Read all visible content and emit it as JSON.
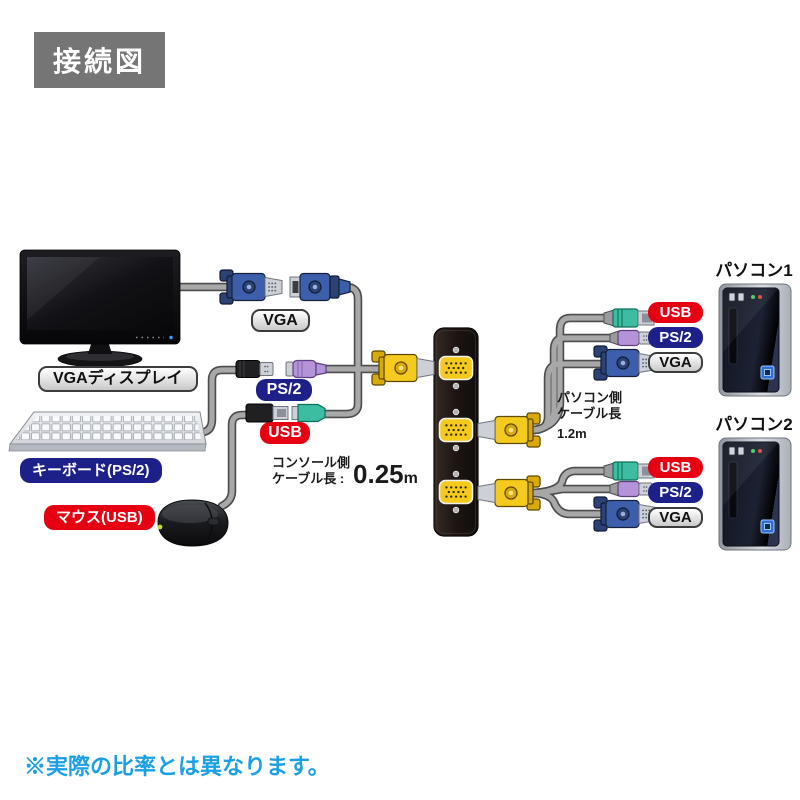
{
  "header": {
    "title": "接続図"
  },
  "console": {
    "display_label": "VGAディスプレイ",
    "keyboard_label": "キーボード(PS/2)",
    "mouse_label": "マウス(USB)",
    "chips": {
      "vga": "VGA",
      "ps2": "PS/2",
      "usb": "USB"
    },
    "cable_note": {
      "line1": "コンソール側",
      "line2": "ケーブル長",
      "separator": ":",
      "value": "0.25",
      "unit": "m"
    }
  },
  "pc_side": {
    "cable_note": {
      "line1": "パソコン側",
      "line2": "ケーブル長",
      "value": "1.2",
      "unit": "m"
    },
    "pc1": {
      "title": "パソコン1",
      "chips": {
        "usb": "USB",
        "ps2": "PS/2",
        "vga": "VGA"
      }
    },
    "pc2": {
      "title": "パソコン2",
      "chips": {
        "usb": "USB",
        "ps2": "PS/2",
        "vga": "VGA"
      }
    }
  },
  "footer": {
    "note": "※実際の比率とは異なります。"
  },
  "colors": {
    "label_red": "#E60012",
    "label_navy": "#1D2088",
    "connector_yellow": "#F4CA1E",
    "note_blue": "#1B9FE5",
    "header_gray": "#757575",
    "cable_gray": "#A8A8A8"
  }
}
